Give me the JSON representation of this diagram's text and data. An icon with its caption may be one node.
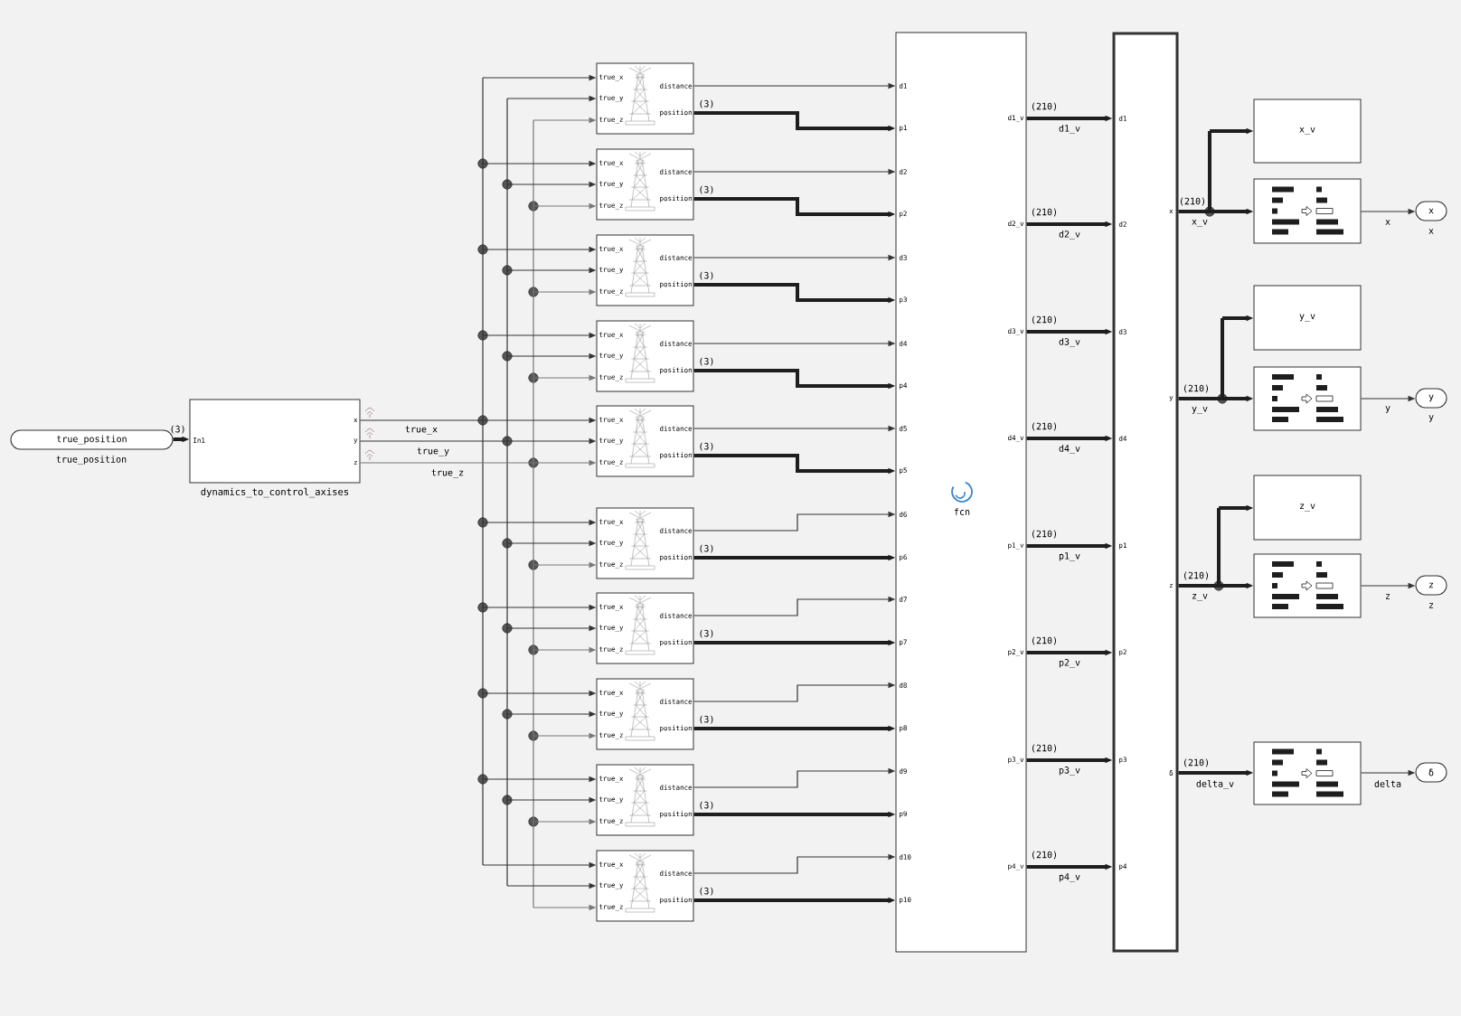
{
  "diagram": {
    "nodes": [
      {
        "text": [
          "true_position"
        ],
        "beside": [
          "true_position"
        ]
      },
      {
        "text": [
          "In1",
          "x",
          "y",
          "z"
        ],
        "beside": [
          "dynamics_to_control_axises"
        ]
      },
      {
        "text": [
          "true_x",
          "true_y",
          "true_z",
          "distance",
          "position"
        ]
      },
      {
        "text": [
          "true_x",
          "true_y",
          "true_z",
          "distance",
          "position"
        ]
      },
      {
        "text": [
          "true_x",
          "true_y",
          "true_z",
          "distance",
          "position"
        ]
      },
      {
        "text": [
          "true_x",
          "true_y",
          "true_z",
          "distance",
          "position"
        ]
      },
      {
        "text": [
          "true_x",
          "true_y",
          "true_z",
          "distance",
          "position"
        ]
      },
      {
        "text": [
          "true_x",
          "true_y",
          "true_z",
          "distance",
          "position"
        ]
      },
      {
        "text": [
          "true_x",
          "true_y",
          "true_z",
          "distance",
          "position"
        ]
      },
      {
        "text": [
          "true_x",
          "true_y",
          "true_z",
          "distance",
          "position"
        ]
      },
      {
        "text": [
          "true_x",
          "true_y",
          "true_z",
          "distance",
          "position"
        ]
      },
      {
        "text": [
          "true_x",
          "true_y",
          "true_z",
          "distance",
          "position"
        ]
      },
      {
        "text": [
          "d1",
          "p1",
          "d2",
          "p2",
          "d3",
          "p3",
          "d4",
          "p4",
          "d5",
          "p5",
          "d6",
          "p6",
          "d7",
          "p7",
          "d8",
          "p8",
          "d9",
          "p9",
          "d10",
          "p10",
          "fcn",
          "d1_v",
          "d2_v",
          "d3_v",
          "d4_v",
          "p1_v",
          "p2_v",
          "p3_v",
          "p4_v"
        ]
      },
      {
        "text": [
          "d1",
          "d2",
          "d3",
          "d4",
          "p1",
          "p2",
          "p3",
          "p4",
          "x",
          "y",
          "z",
          "δ"
        ]
      },
      {
        "text": [
          "x_v"
        ]
      },
      {
        "text": [],
        "shape": "box"
      },
      {
        "text": [
          "x"
        ],
        "beside": [
          "x"
        ]
      },
      {
        "text": [
          "y_v"
        ]
      },
      {
        "text": [],
        "shape": "box"
      },
      {
        "text": [
          "y"
        ],
        "beside": [
          "y"
        ]
      },
      {
        "text": [
          "z_v"
        ]
      },
      {
        "text": [],
        "shape": "box"
      },
      {
        "text": [
          "z"
        ],
        "beside": [
          "z"
        ]
      },
      {
        "text": [],
        "shape": "box"
      },
      {
        "text": [
          "δ"
        ]
      }
    ],
    "edges": [
      {
        "from": 0,
        "to": 1,
        "arrow": "to",
        "style": "thick",
        "label": "(3)"
      },
      {
        "from": 1,
        "to": 2,
        "arrow": "to"
      },
      {
        "from": 1,
        "to": 3,
        "arrow": "to"
      },
      {
        "from": 1,
        "to": 4,
        "arrow": "to"
      },
      {
        "from": 1,
        "to": 5,
        "arrow": "to"
      },
      {
        "from": 1,
        "to": 6,
        "arrow": "to",
        "label": "true_x"
      },
      {
        "from": 1,
        "to": 7,
        "arrow": "to"
      },
      {
        "from": 1,
        "to": 8,
        "arrow": "to"
      },
      {
        "from": 1,
        "to": 9,
        "arrow": "to"
      },
      {
        "from": 1,
        "to": 10,
        "arrow": "to"
      },
      {
        "from": 1,
        "to": 11,
        "arrow": "to"
      },
      {
        "from": 1,
        "to": 2,
        "arrow": "to"
      },
      {
        "from": 1,
        "to": 3,
        "arrow": "to"
      },
      {
        "from": 1,
        "to": 4,
        "arrow": "to"
      },
      {
        "from": 1,
        "to": 5,
        "arrow": "to"
      },
      {
        "from": 1,
        "to": 6,
        "arrow": "to",
        "label": "true_y"
      },
      {
        "from": 1,
        "to": 7,
        "arrow": "to"
      },
      {
        "from": 1,
        "to": 8,
        "arrow": "to"
      },
      {
        "from": 1,
        "to": 9,
        "arrow": "to"
      },
      {
        "from": 1,
        "to": 10,
        "arrow": "to"
      },
      {
        "from": 1,
        "to": 11,
        "arrow": "to"
      },
      {
        "from": 1,
        "to": 2,
        "arrow": "to",
        "color": "#767676"
      },
      {
        "from": 1,
        "to": 3,
        "arrow": "to",
        "color": "#767676"
      },
      {
        "from": 1,
        "to": 4,
        "arrow": "to",
        "color": "#767676"
      },
      {
        "from": 1,
        "to": 5,
        "arrow": "to",
        "color": "#767676"
      },
      {
        "from": 1,
        "to": 6,
        "arrow": "to",
        "color": "#767676",
        "label": "true_z"
      },
      {
        "from": 1,
        "to": 7,
        "arrow": "to",
        "color": "#767676"
      },
      {
        "from": 1,
        "to": 8,
        "arrow": "to",
        "color": "#767676"
      },
      {
        "from": 1,
        "to": 9,
        "arrow": "to",
        "color": "#767676"
      },
      {
        "from": 1,
        "to": 10,
        "arrow": "to",
        "color": "#767676"
      },
      {
        "from": 1,
        "to": 11,
        "arrow": "to",
        "color": "#767676"
      },
      {
        "from": 2,
        "to": 12,
        "arrow": "to"
      },
      {
        "from": 3,
        "to": 12,
        "arrow": "to"
      },
      {
        "from": 4,
        "to": 12,
        "arrow": "to"
      },
      {
        "from": 5,
        "to": 12,
        "arrow": "to"
      },
      {
        "from": 6,
        "to": 12,
        "arrow": "to"
      },
      {
        "from": 7,
        "to": 12,
        "arrow": "to"
      },
      {
        "from": 8,
        "to": 12,
        "arrow": "to"
      },
      {
        "from": 9,
        "to": 12,
        "arrow": "to"
      },
      {
        "from": 10,
        "to": 12,
        "arrow": "to"
      },
      {
        "from": 11,
        "to": 12,
        "arrow": "to"
      },
      {
        "from": 2,
        "to": 12,
        "arrow": "to",
        "style": "thick",
        "label": "(3)"
      },
      {
        "from": 3,
        "to": 12,
        "arrow": "to",
        "style": "thick",
        "label": "(3)"
      },
      {
        "from": 4,
        "to": 12,
        "arrow": "to",
        "style": "thick",
        "label": "(3)"
      },
      {
        "from": 5,
        "to": 12,
        "arrow": "to",
        "style": "thick",
        "label": "(3)"
      },
      {
        "from": 6,
        "to": 12,
        "arrow": "to",
        "style": "thick",
        "label": "(3)"
      },
      {
        "from": 7,
        "to": 12,
        "arrow": "to",
        "style": "thick",
        "label": "(3)"
      },
      {
        "from": 8,
        "to": 12,
        "arrow": "to",
        "style": "thick",
        "label": "(3)"
      },
      {
        "from": 9,
        "to": 12,
        "arrow": "to",
        "style": "thick",
        "label": "(3)"
      },
      {
        "from": 10,
        "to": 12,
        "arrow": "to",
        "style": "thick",
        "label": "(3)"
      },
      {
        "from": 11,
        "to": 12,
        "arrow": "to",
        "style": "thick",
        "label": "(3)"
      },
      {
        "from": 12,
        "to": 13,
        "arrow": "to",
        "style": "thick",
        "label": "d1_v"
      },
      {
        "from": 12,
        "to": 13,
        "arrow": "to",
        "style": "thick",
        "label": "d2_v"
      },
      {
        "from": 12,
        "to": 13,
        "arrow": "to",
        "style": "thick",
        "label": "d3_v"
      },
      {
        "from": 12,
        "to": 13,
        "arrow": "to",
        "style": "thick",
        "label": "d4_v"
      },
      {
        "from": 12,
        "to": 13,
        "arrow": "to",
        "style": "thick",
        "label": "p1_v"
      },
      {
        "from": 12,
        "to": 13,
        "arrow": "to",
        "style": "thick",
        "label": "p2_v"
      },
      {
        "from": 12,
        "to": 13,
        "arrow": "to",
        "style": "thick",
        "label": "p3_v"
      },
      {
        "from": 12,
        "to": 13,
        "arrow": "to",
        "style": "thick",
        "label": "p4_v"
      },
      {
        "from": 13,
        "to": 14,
        "arrow": "to",
        "style": "thick"
      },
      {
        "from": 13,
        "to": 15,
        "arrow": "to",
        "style": "thick",
        "label": "x_v"
      },
      {
        "from": 15,
        "to": 16,
        "arrow": "to",
        "label": "x"
      },
      {
        "from": 13,
        "to": 17,
        "arrow": "to",
        "style": "thick"
      },
      {
        "from": 13,
        "to": 18,
        "arrow": "to",
        "style": "thick",
        "label": "y_v"
      },
      {
        "from": 18,
        "to": 19,
        "arrow": "to",
        "label": "y"
      },
      {
        "from": 13,
        "to": 20,
        "arrow": "to",
        "style": "thick"
      },
      {
        "from": 13,
        "to": 21,
        "arrow": "to",
        "style": "thick",
        "label": "z_v"
      },
      {
        "from": 21,
        "to": 22,
        "arrow": "to",
        "label": "z"
      },
      {
        "from": 13,
        "to": 23,
        "arrow": "to",
        "style": "thick",
        "label": "delta_v"
      },
      {
        "from": 23,
        "to": 24,
        "arrow": "to",
        "label": "delta"
      }
    ],
    "labels": [
      "(210)",
      "(210)",
      "(210)",
      "(210)",
      "(210)",
      "(210)",
      "(210)",
      "(210)",
      "(210)",
      "(210)",
      "(210)",
      "(210)"
    ]
  }
}
